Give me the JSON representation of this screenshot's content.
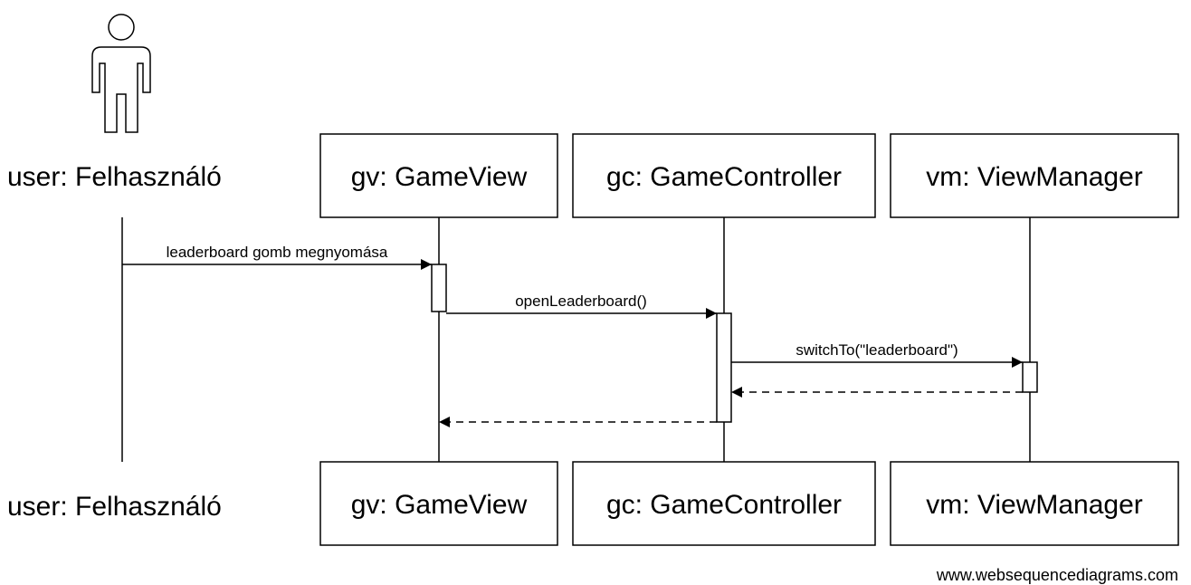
{
  "diagram": {
    "actor": {
      "label": "user: Felhasználó"
    },
    "participants": [
      {
        "id": "gv",
        "label": "gv: GameView"
      },
      {
        "id": "gc",
        "label": "gc: GameController"
      },
      {
        "id": "vm",
        "label": "vm: ViewManager"
      }
    ],
    "messages": [
      {
        "from": "user",
        "to": "gv",
        "label": "leaderboard gomb megnyomása",
        "style": "solid"
      },
      {
        "from": "gv",
        "to": "gc",
        "label": "openLeaderboard()",
        "style": "solid"
      },
      {
        "from": "gc",
        "to": "vm",
        "label": "switchTo(\"leaderboard\")",
        "style": "solid"
      },
      {
        "from": "vm",
        "to": "gc",
        "label": "",
        "style": "dashed"
      },
      {
        "from": "gc",
        "to": "gv",
        "label": "",
        "style": "dashed"
      }
    ],
    "watermark": "www.websequencediagrams.com"
  }
}
